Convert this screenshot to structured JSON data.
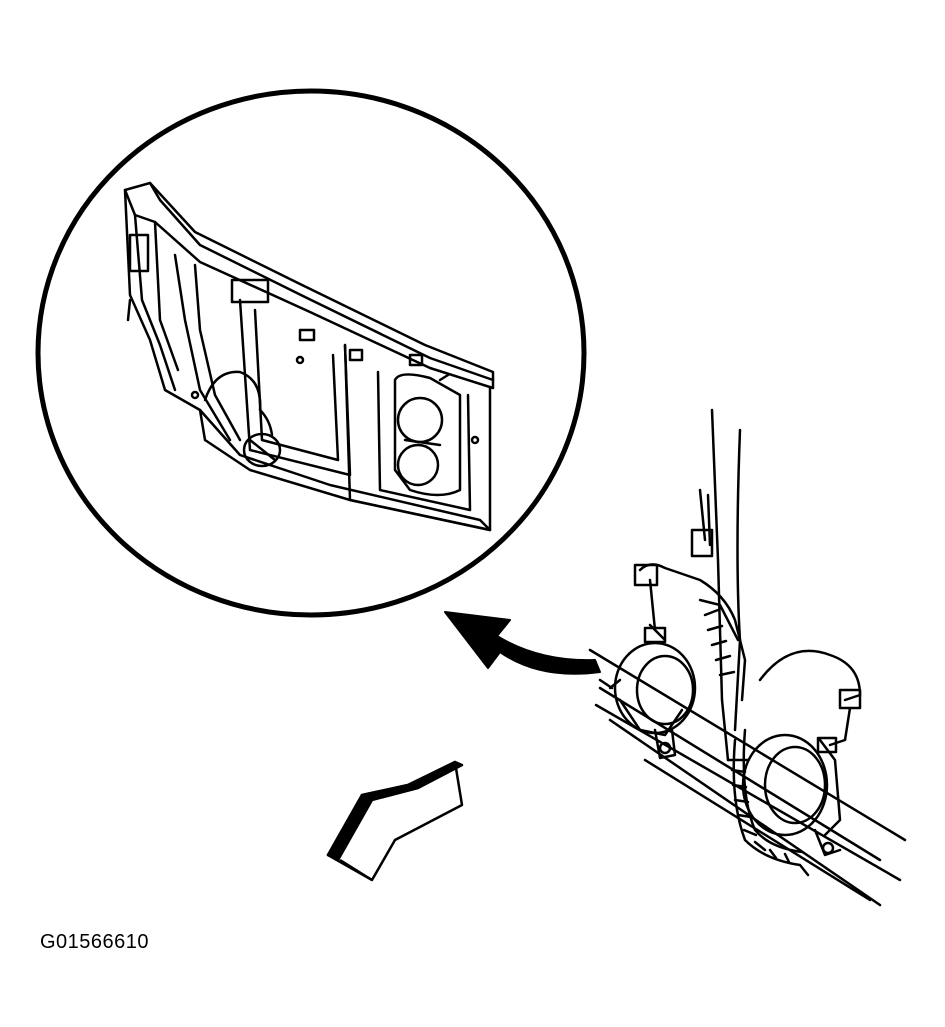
{
  "figure": {
    "id": "G01566610"
  },
  "colors": {
    "ink": "#000000",
    "paper": "#ffffff"
  },
  "icons": {
    "callout": "detail-callout-arrow",
    "direction": "vehicle-front-arrow"
  }
}
